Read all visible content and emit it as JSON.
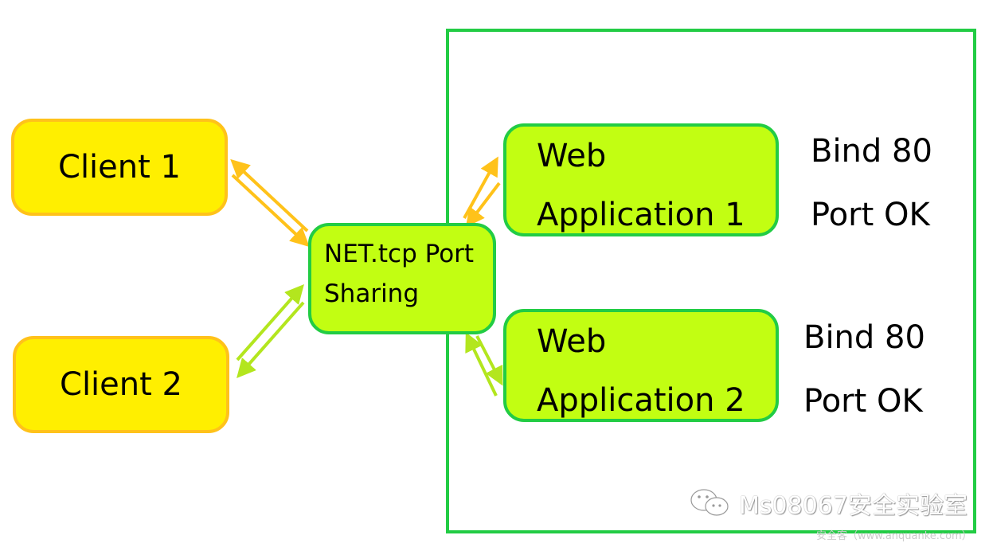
{
  "diagram": {
    "clients": [
      {
        "label": "Client 1"
      },
      {
        "label": "Client 2"
      }
    ],
    "hub": {
      "line1": "NET.tcp Port",
      "line2": "Sharing"
    },
    "apps": [
      {
        "line1": "Web",
        "line2": "Application 1",
        "status1": "Bind 80",
        "status2": "Port OK"
      },
      {
        "line1": "Web",
        "line2": "Application 2",
        "status1": "Bind 80",
        "status2": "Port OK"
      }
    ],
    "colors": {
      "client_fill": "#ffef00",
      "client_border": "#ffc21a",
      "node_fill": "#c2fe12",
      "node_border": "#22cc44",
      "arrow_orange": "#ffc21a",
      "arrow_green": "#b3e61e",
      "frame": "#22cc44"
    }
  },
  "watermark": {
    "icon": "wechat-icon",
    "text": "Ms08067安全实验室",
    "subtext": "安全客（www.anquanke.com）"
  }
}
